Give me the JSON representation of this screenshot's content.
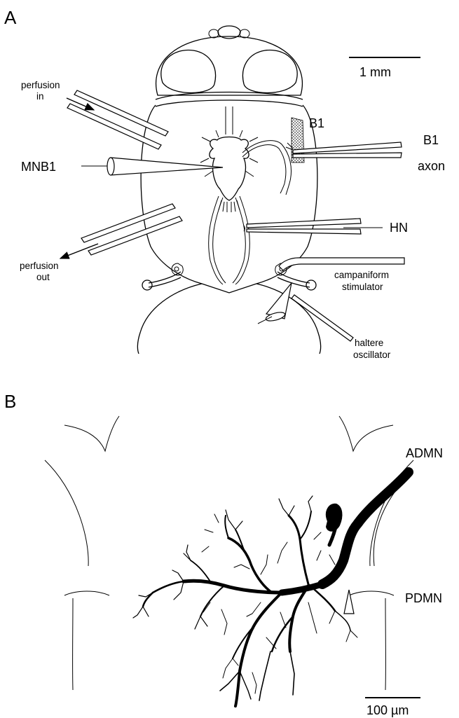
{
  "panel_a": {
    "label": "A",
    "scale_bar": "1 mm",
    "labels": {
      "perfusion_in_1": "perfusion",
      "perfusion_in_2": "in",
      "mnb1": "MNB1",
      "perfusion_out_1": "perfusion",
      "perfusion_out_2": "out",
      "b1": "B1",
      "b1_axon_1": "B1",
      "b1_axon_2": "axon",
      "hn": "HN",
      "campaniform_1": "campaniform",
      "campaniform_2": "stimulator",
      "haltere_1": "haltere",
      "haltere_2": "oscillator"
    }
  },
  "panel_b": {
    "label": "B",
    "scale_bar": "100 µm",
    "labels": {
      "admn": "ADMN",
      "pdmn": "PDMN"
    }
  }
}
